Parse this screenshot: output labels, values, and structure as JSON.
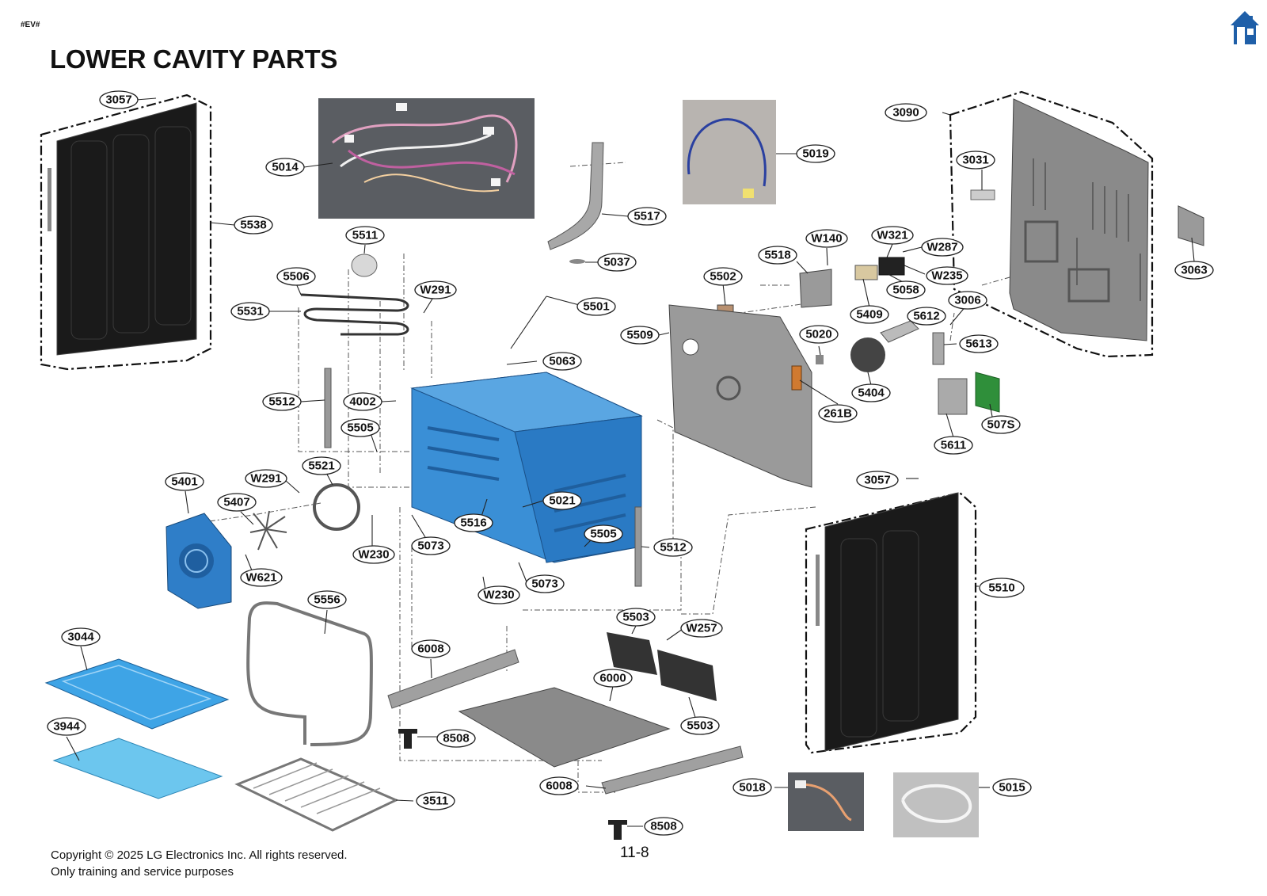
{
  "corner_tag": "#EV#",
  "title": "LOWER CAVITY PARTS",
  "footer": {
    "copyright": "Copyright © 2025 LG Electronics Inc. All rights reserved.",
    "usage": "Only training and service purposes"
  },
  "page_number": "11-8",
  "home_icon": "home-icon",
  "colors": {
    "cavity_blue": "#3a8fd6",
    "panel_black": "#1a1a1a",
    "green_pcb": "#2f8f3a"
  },
  "callouts": {
    "c3057a": "3057",
    "c5014": "5014",
    "c5538": "5538",
    "c5511": "5511",
    "c5506": "5506",
    "c5531": "5531",
    "cW291a": "W291",
    "c5019": "5019",
    "c5517": "5517",
    "c5037": "5037",
    "c5501": "5501",
    "c5063": "5063",
    "c3090": "3090",
    "c3031": "3031",
    "c3063": "3063",
    "cW140": "W140",
    "cW321": "W321",
    "cW287": "W287",
    "c5518": "5518",
    "cW235": "W235",
    "c5058": "5058",
    "c5502": "5502",
    "c5409": "5409",
    "c5612": "5612",
    "c3006": "3006",
    "c5509": "5509",
    "c5020": "5020",
    "c5613": "5613",
    "c5404": "5404",
    "c261B": "261B",
    "c507S": "507S",
    "c5611": "5611",
    "c5512a": "5512",
    "c4002": "4002",
    "c5505a": "5505",
    "c5521": "5521",
    "c5401": "5401",
    "cW291b": "W291",
    "c5407": "5407",
    "c5021": "5021",
    "c5516": "5516",
    "c5505b": "5505",
    "c5073a": "5073",
    "cW230a": "W230",
    "cW621": "W621",
    "c5512b": "5512",
    "c5073b": "5073",
    "cW230b": "W230",
    "c3057b": "3057",
    "c5510": "5510",
    "c5556": "5556",
    "c3044": "3044",
    "c6008a": "6008",
    "c5503a": "5503",
    "cW257": "W257",
    "c6000": "6000",
    "c3944": "3944",
    "c8508a": "8508",
    "c5503b": "5503",
    "c6008b": "6008",
    "c5018": "5018",
    "c5015": "5015",
    "c3511": "3511",
    "c8508b": "8508"
  }
}
